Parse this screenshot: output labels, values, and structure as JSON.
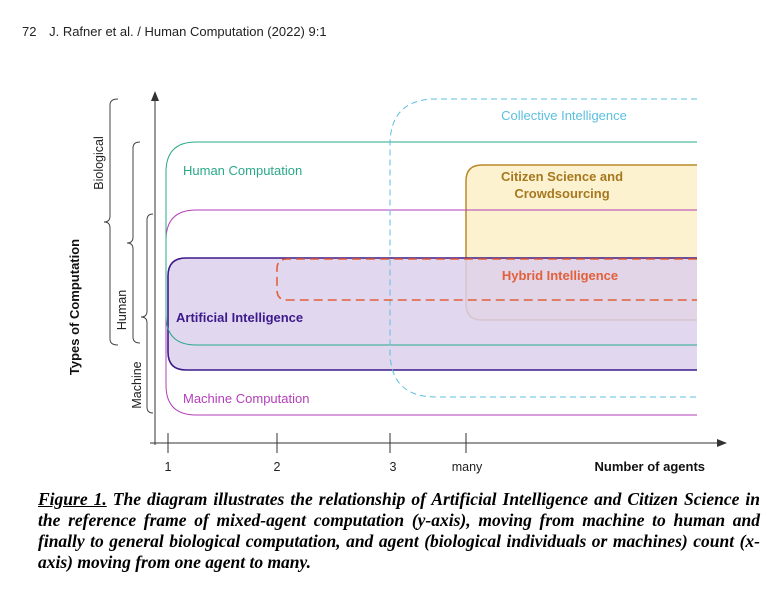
{
  "header": {
    "page_number": "72",
    "running_title": "J. Rafner et al. / Human Computation (2022) 9:1"
  },
  "diagram": {
    "y_axis_title": "Types of Computation",
    "brackets": [
      "Biological",
      "Human",
      "Machine"
    ],
    "regions": {
      "collective": "Collective Intelligence",
      "human_computation": "Human Computation",
      "citizen_science_line1": "Citizen Science and",
      "citizen_science_line2": "Crowdsourcing",
      "hybrid": "Hybrid Intelligence",
      "artificial": "Artificial Intelligence",
      "machine_computation": "Machine Computation"
    },
    "x_ticks": [
      "1",
      "2",
      "3",
      "many"
    ],
    "x_axis_title": "Number of agents",
    "colors": {
      "collective": "#5bbfe0",
      "human_computation": "#2aa889",
      "citizen_science": "#b8892a",
      "citizen_science_fill": "#fdf2cf",
      "hybrid": "#e2603a",
      "artificial": "#3d1a8c",
      "artificial_fill": "#dcd0eb",
      "machine": "#b33fb8"
    }
  },
  "caption": {
    "label": "Figure 1.",
    "text": " The diagram illustrates the relationship of Artificial Intelligence and Citizen Science in the reference frame of mixed-agent computation (y-axis), moving from machine to human and finally to general biological computation, and agent (biological individuals or machines) count (x-axis) moving from one agent to many."
  }
}
